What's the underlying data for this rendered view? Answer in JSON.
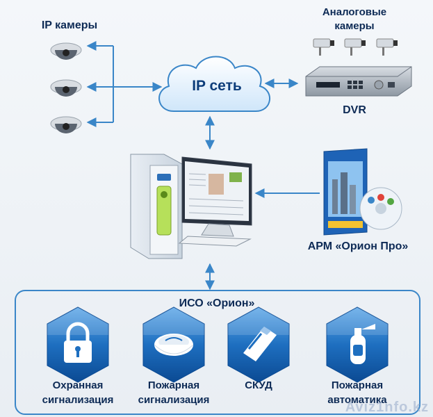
{
  "labels": {
    "ip_cameras": "IP камеры",
    "analog_cameras_line1": "Аналоговые",
    "analog_cameras_line2": "камеры",
    "ip_network": "IP сеть",
    "dvr": "DVR",
    "arm": "АРМ «Орион Про»",
    "iso": "ИСО «Орион»"
  },
  "subsystems": [
    {
      "line1": "Охранная",
      "line2": "сигнализация",
      "icon": "padlock-icon"
    },
    {
      "line1": "Пожарная",
      "line2": "сигнализация",
      "icon": "smoke-detector-icon"
    },
    {
      "line1": "СКУД",
      "line2": "",
      "icon": "access-card-icon"
    },
    {
      "line1": "Пожарная",
      "line2": "автоматика",
      "icon": "fire-extinguisher-icon"
    }
  ],
  "watermark": "Aviz1nfo.kz",
  "colors": {
    "arrow": "#3a86c8",
    "text": "#0d2a55",
    "tile": "#1e6fc0",
    "cloud": "#d7ecfb"
  }
}
